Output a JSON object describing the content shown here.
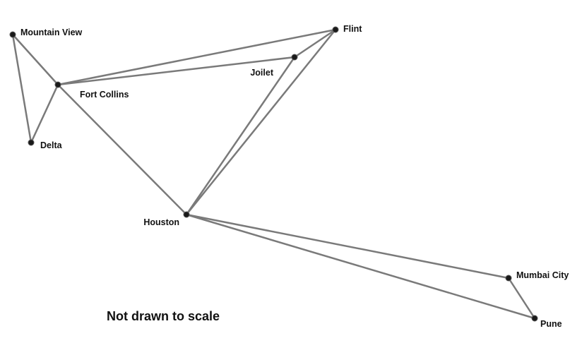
{
  "diagram": {
    "nodes": [
      {
        "id": "mountain_view",
        "label": "Mountain View"
      },
      {
        "id": "fort_collins",
        "label": "Fort Collins"
      },
      {
        "id": "delta",
        "label": "Delta"
      },
      {
        "id": "flint",
        "label": "Flint"
      },
      {
        "id": "joilet",
        "label": "Joilet"
      },
      {
        "id": "houston",
        "label": "Houston"
      },
      {
        "id": "mumbai_city",
        "label": "Mumbai City"
      },
      {
        "id": "pune",
        "label": "Pune"
      }
    ],
    "edges": [
      [
        "mountain_view",
        "fort_collins"
      ],
      [
        "mountain_view",
        "delta"
      ],
      [
        "delta",
        "fort_collins"
      ],
      [
        "fort_collins",
        "flint"
      ],
      [
        "fort_collins",
        "joilet"
      ],
      [
        "fort_collins",
        "houston"
      ],
      [
        "joilet",
        "flint"
      ],
      [
        "houston",
        "joilet"
      ],
      [
        "houston",
        "flint"
      ],
      [
        "houston",
        "mumbai_city"
      ],
      [
        "houston",
        "pune"
      ],
      [
        "mumbai_city",
        "pune"
      ]
    ],
    "colors": {
      "edge": "#7a7a7a",
      "node": "#1a1a1a",
      "text": "#111111"
    }
  },
  "note": "Not drawn to scale"
}
